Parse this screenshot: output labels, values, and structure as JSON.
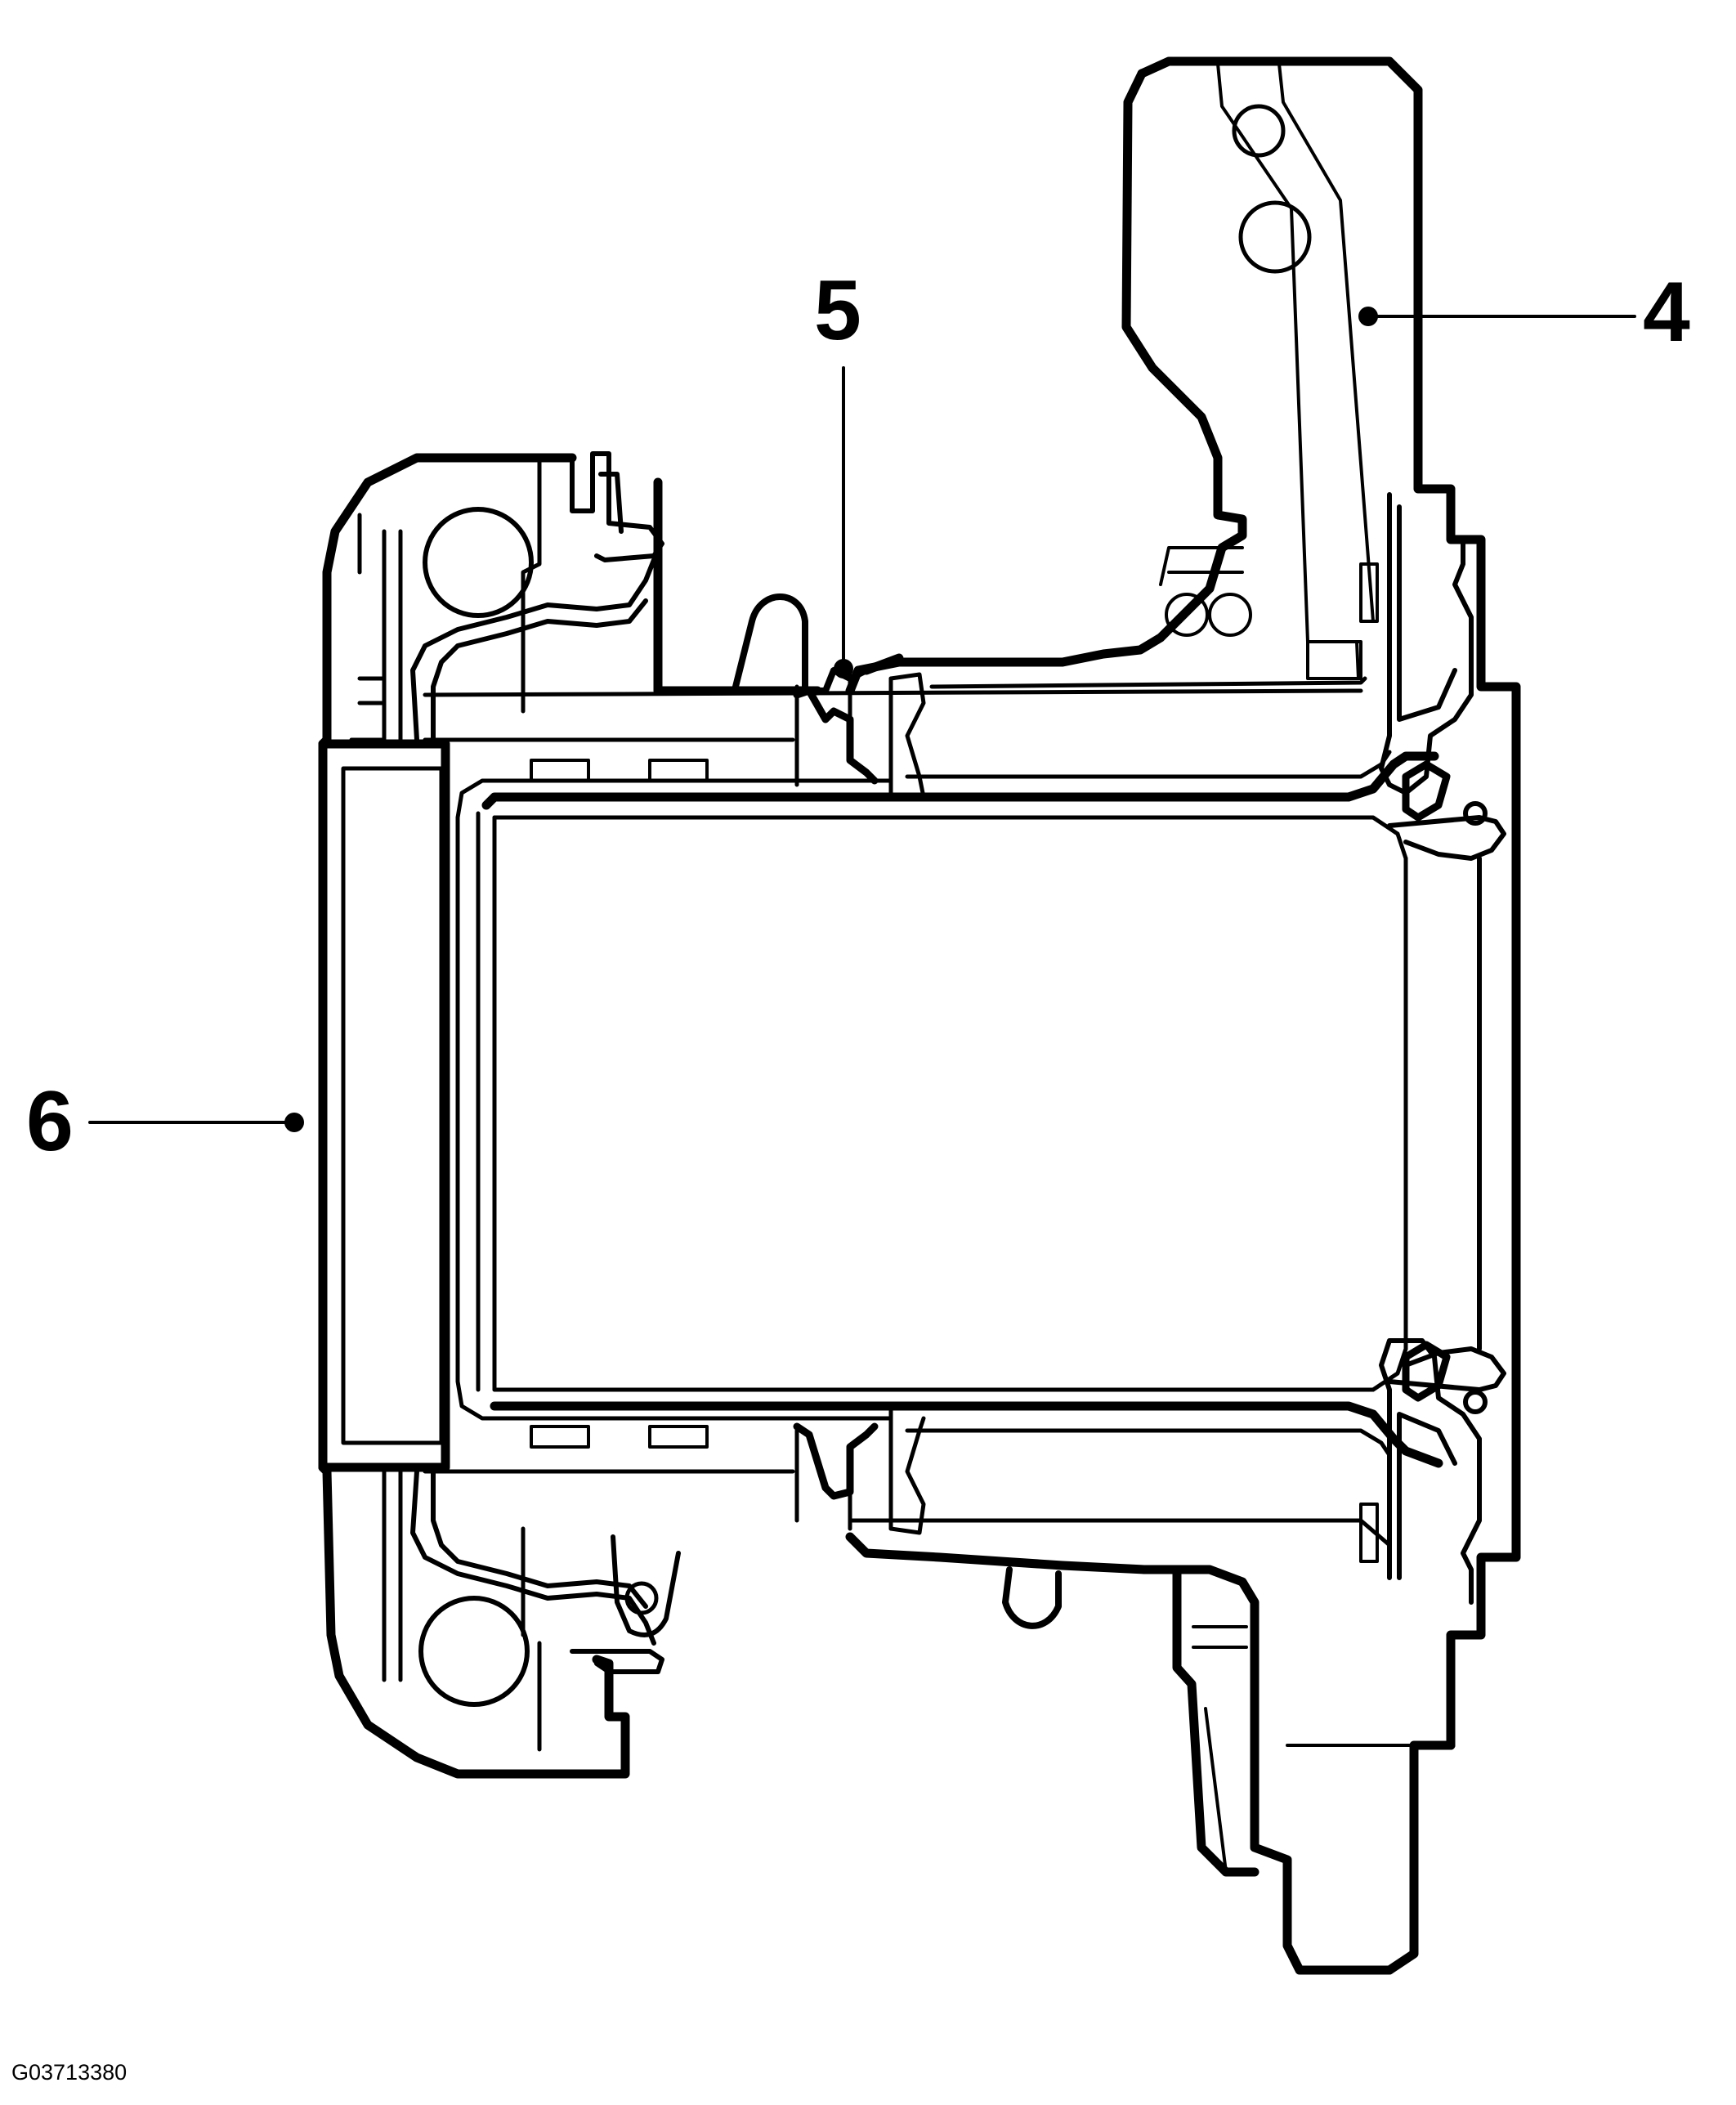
{
  "figure": {
    "id": "G03713380",
    "stroke_color": "#000000",
    "background": "#ffffff"
  },
  "callouts": [
    {
      "label": "4"
    },
    {
      "label": "5"
    },
    {
      "label": "6"
    }
  ]
}
